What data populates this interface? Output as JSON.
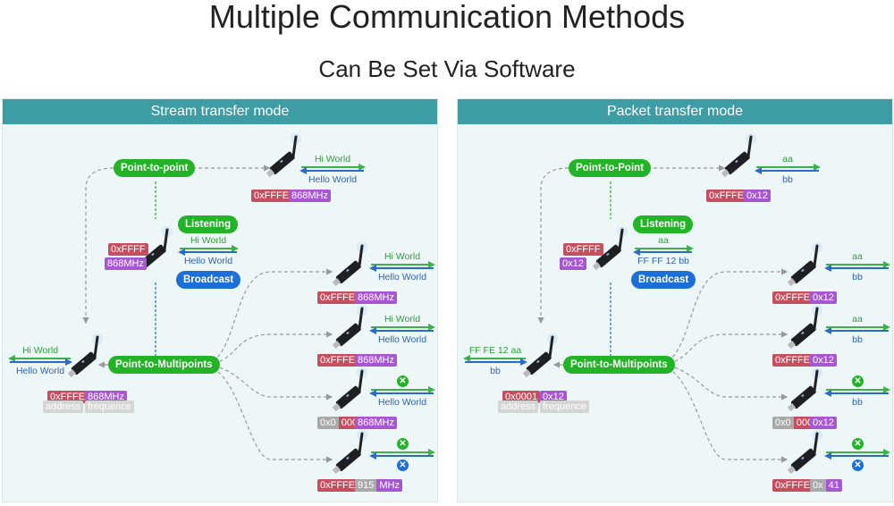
{
  "title": "Multiple Communication Methods",
  "subtitle": "Can Be Set Via Software",
  "panels": [
    {
      "title": "Stream transfer mode",
      "ptp": "Point-to-point",
      "listening": "Listening",
      "broadcast": "Broadcast",
      "ptm": "Point-to-Multipoints",
      "top": {
        "up": "Hi World",
        "down": "Hello World",
        "tags": [
          [
            {
              "t": "0xFFFE",
              "c": "red"
            }
          ],
          [
            {
              "t": "868MHz",
              "c": "purple"
            }
          ]
        ]
      },
      "center": {
        "up": "Hi World",
        "down": "Hello World",
        "tags": [
          [
            {
              "t": "0xFFFF",
              "c": "red"
            }
          ],
          [
            {
              "t": "868MHz",
              "c": "purple"
            }
          ]
        ]
      },
      "left": {
        "up": "Hi World",
        "down": "Hello World",
        "tags": [
          [
            {
              "t": "0xFFFE",
              "c": "red"
            }
          ],
          [
            {
              "t": "868MHz",
              "c": "purple"
            }
          ]
        ],
        "labels": [
          "address",
          "frequence"
        ]
      },
      "receivers": [
        {
          "up": "Hi World",
          "down": "Hello World",
          "tags": [
            [
              {
                "t": "0xFFFE",
                "c": "red"
              }
            ],
            [
              {
                "t": "868MHz",
                "c": "purple"
              }
            ]
          ]
        },
        {
          "up": "Hi World",
          "down": "Hello World",
          "tags": [
            [
              {
                "t": "0xFFFE",
                "c": "red"
              }
            ],
            [
              {
                "t": "868MHz",
                "c": "purple"
              }
            ]
          ]
        },
        {
          "up": null,
          "down": "Hello World",
          "tags": [
            [
              {
                "t": "0x0",
                "c": "gray"
              },
              {
                "t": "000",
                "c": "red"
              }
            ],
            [
              {
                "t": "868MHz",
                "c": "purple"
              }
            ]
          ]
        },
        {
          "up": null,
          "down": null,
          "tags": [
            [
              {
                "t": "0xFFFE",
                "c": "red"
              }
            ],
            [
              {
                "t": "915",
                "c": "gray"
              },
              {
                "t": "MHz",
                "c": "purple"
              }
            ]
          ]
        }
      ]
    },
    {
      "title": "Packet transfer mode",
      "ptp": "Point-to-Point",
      "listening": "Listening",
      "broadcast": "Broadcast",
      "ptm": "Point-to-Multipoints",
      "top": {
        "up": "aa",
        "down": "bb",
        "tags": [
          [
            {
              "t": "0xFFFE",
              "c": "red"
            }
          ],
          [
            {
              "t": "0x12",
              "c": "purple"
            }
          ]
        ]
      },
      "center": {
        "up": "aa",
        "down": "FF FF 12 bb",
        "tags": [
          [
            {
              "t": "0xFFFF",
              "c": "red"
            }
          ],
          [
            {
              "t": "0x12",
              "c": "purple"
            }
          ]
        ]
      },
      "left": {
        "up": "FF FE 12 aa",
        "down": "bb",
        "tags": [
          [
            {
              "t": "0x0001",
              "c": "red"
            }
          ],
          [
            {
              "t": "0x12",
              "c": "purple"
            }
          ]
        ],
        "labels": [
          "address",
          "frequence"
        ]
      },
      "receivers": [
        {
          "up": "aa",
          "down": "bb",
          "tags": [
            [
              {
                "t": "0xFFFE",
                "c": "red"
              }
            ],
            [
              {
                "t": "0x12",
                "c": "purple"
              }
            ]
          ]
        },
        {
          "up": "aa",
          "down": "bb",
          "tags": [
            [
              {
                "t": "0xFFFE",
                "c": "red"
              }
            ],
            [
              {
                "t": "0x12",
                "c": "purple"
              }
            ]
          ]
        },
        {
          "up": null,
          "down": "bb",
          "tags": [
            [
              {
                "t": "0x0",
                "c": "gray"
              },
              {
                "t": "000",
                "c": "red"
              }
            ],
            [
              {
                "t": "0x12",
                "c": "purple"
              }
            ]
          ]
        },
        {
          "up": null,
          "down": null,
          "tags": [
            [
              {
                "t": "0xFFFE",
                "c": "red"
              }
            ],
            [
              {
                "t": "0x",
                "c": "gray"
              },
              {
                "t": "41",
                "c": "purple"
              }
            ]
          ]
        }
      ]
    }
  ],
  "colors": {
    "header": "#3d9ca4",
    "panel_bg": "#eef7f8",
    "green": "#22b326",
    "blue": "#1b6fd6",
    "address": "#c4505f",
    "frequency": "#a657d1"
  },
  "icons": {
    "reject": "x-circle-icon",
    "device": "usb-lora-dongle-icon"
  }
}
